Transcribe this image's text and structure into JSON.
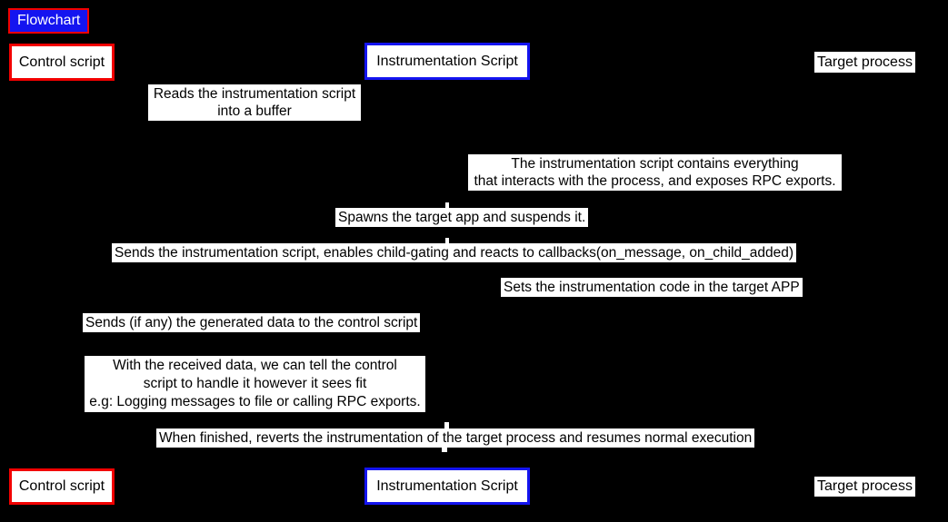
{
  "diagram": {
    "title": "Flowchart",
    "type": "sequence-flowchart",
    "actors": {
      "control": "Control script",
      "instrumentation": "Instrumentation Script",
      "target": "Target process"
    },
    "messages": {
      "reads": "Reads the instrumentation script\ninto a buffer",
      "note": "The instrumentation script contains everything\nthat interacts with the process, and exposes RPC exports.",
      "spawns": "Spawns the target app and suspends it.",
      "sends_script": "Sends the instrumentation script, enables child-gating and reacts to callbacks(on_message, on_child_added)",
      "sets": "Sets the instrumentation code in the target APP",
      "sends_data": "Sends (if any) the generated data to the control script",
      "handle": "With the received data, we can tell the control\nscript to handle it however it sees fit\ne.g: Logging messages to file or calling RPC exports.",
      "finish": "When finished, reverts the instrumentation of the target process and resumes normal execution"
    }
  },
  "colors": {
    "background": "#000000",
    "red": "#f20000",
    "blue": "#1414f0",
    "label_bg": "#ffffff",
    "label_text": "#000000",
    "title_text": "#ffffff"
  }
}
